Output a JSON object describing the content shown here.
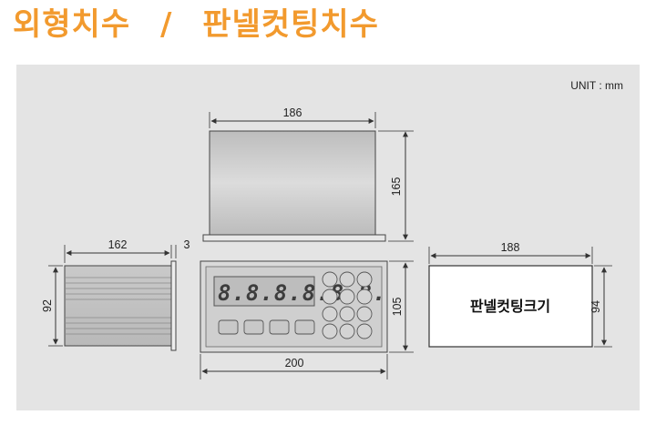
{
  "header": {
    "title_main": "외형치수",
    "separator": "/",
    "title_sub": "판넬컷팅치수"
  },
  "unit_label": "UNIT : mm",
  "front_view": {
    "display_text": "8.8.8.8.8.8."
  },
  "dimensions": {
    "top_width": "186",
    "top_height": "165",
    "side_depth": "162",
    "side_flange": "3",
    "side_height": "92",
    "front_width": "200",
    "front_height": "105",
    "cut_width": "188",
    "cut_height": "94"
  },
  "panel_cut": {
    "label": "판넬컷팅크기"
  },
  "colors": {
    "heading": "#f29a2e",
    "panel_bg": "#e4e4e4",
    "line": "#333333"
  }
}
